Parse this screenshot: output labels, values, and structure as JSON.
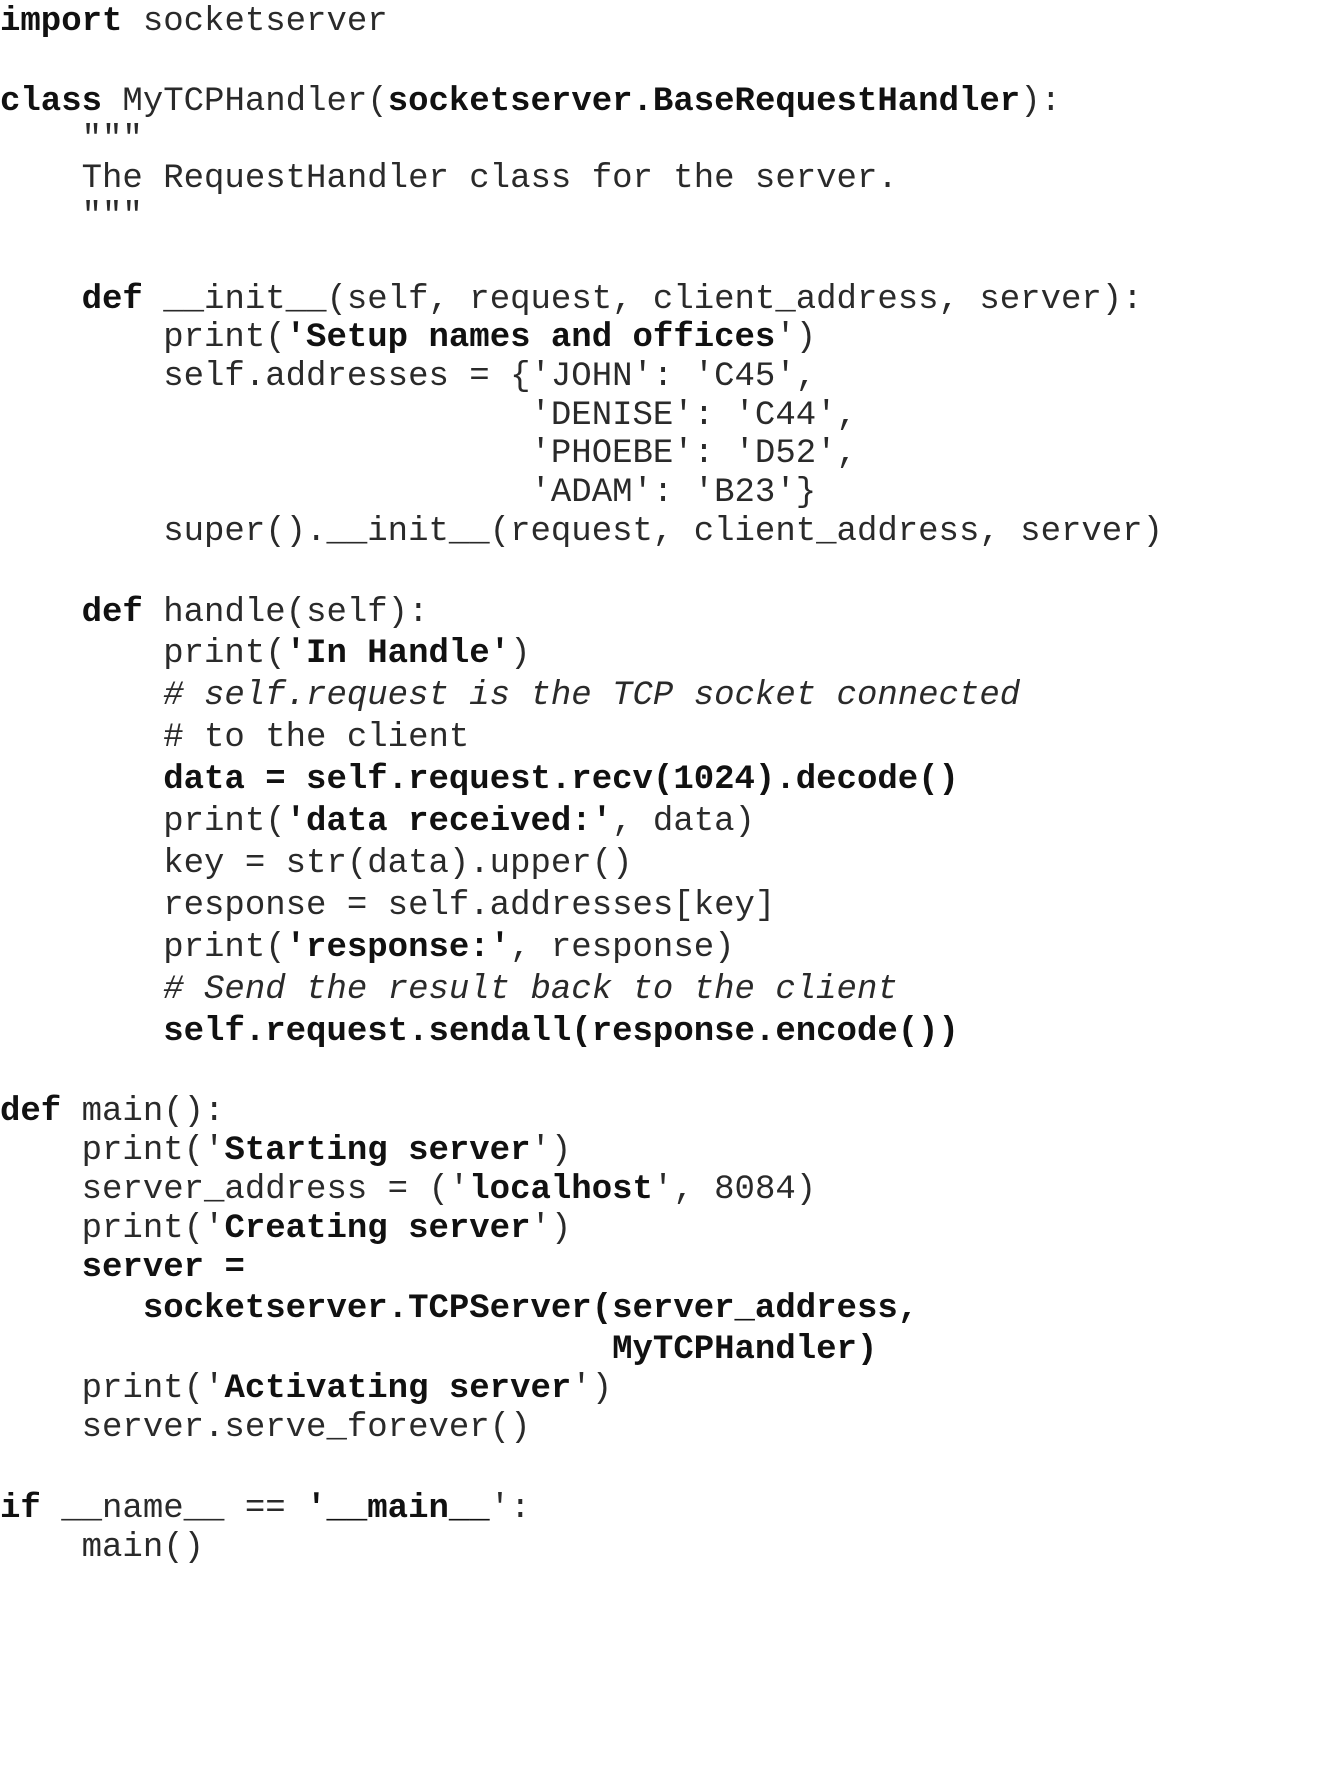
{
  "code": {
    "language_hint": "python",
    "lines": [
      [
        {
          "t": "import",
          "s": "b"
        },
        {
          "t": " socketserver",
          "s": "n"
        }
      ],
      [
        {
          "t": "class",
          "s": "b"
        },
        {
          "t": " MyTCPHandler(",
          "s": "n"
        },
        {
          "t": "socketserver.BaseRequestHandler",
          "s": "b"
        },
        {
          "t": "):",
          "s": "n"
        }
      ],
      [
        {
          "t": "    \"\"\"",
          "s": "n"
        }
      ],
      [
        {
          "t": "    The RequestHandler class for the server.",
          "s": "n"
        }
      ],
      [
        {
          "t": "    \"\"\"",
          "s": "n"
        }
      ],
      [
        {
          "t": "    ",
          "s": "n"
        },
        {
          "t": "def",
          "s": "b"
        },
        {
          "t": " __init__(self, request, client_address, server):",
          "s": "n"
        }
      ],
      [
        {
          "t": "        print(",
          "s": "n"
        },
        {
          "t": "'Setup names and offices",
          "s": "b"
        },
        {
          "t": "')",
          "s": "n"
        }
      ],
      [
        {
          "t": "        self.addresses = {'JOHN': 'C45',",
          "s": "n"
        }
      ],
      [
        {
          "t": "                          'DENISE': 'C44',",
          "s": "n"
        }
      ],
      [
        {
          "t": "                          'PHOEBE': 'D52',",
          "s": "n"
        }
      ],
      [
        {
          "t": "                          'ADAM': 'B23'}",
          "s": "n"
        }
      ],
      [
        {
          "t": "        super().__init__(request, client_address, server)",
          "s": "n"
        }
      ],
      [
        {
          "t": "    ",
          "s": "n"
        },
        {
          "t": "def",
          "s": "b"
        },
        {
          "t": " handle(self):",
          "s": "n"
        }
      ],
      [
        {
          "t": "        print(",
          "s": "n"
        },
        {
          "t": "'In Handle'",
          "s": "b"
        },
        {
          "t": ")",
          "s": "n"
        }
      ],
      [
        {
          "t": "        # self.request is the TCP socket connected",
          "s": "i"
        }
      ],
      [
        {
          "t": "        # to the client",
          "s": "n"
        }
      ],
      [
        {
          "t": "        ",
          "s": "n"
        },
        {
          "t": "data = self.request.recv(1024).decode()",
          "s": "b"
        }
      ],
      [
        {
          "t": "        print(",
          "s": "n"
        },
        {
          "t": "'data received:'",
          "s": "b"
        },
        {
          "t": ", data)",
          "s": "n"
        }
      ],
      [
        {
          "t": "        key = str(data).upper()",
          "s": "n"
        }
      ],
      [
        {
          "t": "        response = self.addresses[key]",
          "s": "n"
        }
      ],
      [
        {
          "t": "        print(",
          "s": "n"
        },
        {
          "t": "'response:'",
          "s": "b"
        },
        {
          "t": ", response)",
          "s": "n"
        }
      ],
      [
        {
          "t": "        # Send the result back to the client",
          "s": "i"
        }
      ],
      [
        {
          "t": "        ",
          "s": "n"
        },
        {
          "t": "self.request.sendall(response.encode())",
          "s": "b"
        }
      ],
      [
        {
          "t": "def",
          "s": "b"
        },
        {
          "t": " main():",
          "s": "n"
        }
      ],
      [
        {
          "t": "    print('",
          "s": "n"
        },
        {
          "t": "Starting server",
          "s": "b"
        },
        {
          "t": "')",
          "s": "n"
        }
      ],
      [
        {
          "t": "    server_address = ('",
          "s": "n"
        },
        {
          "t": "localhost",
          "s": "b"
        },
        {
          "t": "', 8084)",
          "s": "n"
        }
      ],
      [
        {
          "t": "    print('",
          "s": "n"
        },
        {
          "t": "Creating server",
          "s": "b"
        },
        {
          "t": "')",
          "s": "n"
        }
      ],
      [
        {
          "t": "    ",
          "s": "n"
        },
        {
          "t": "server =",
          "s": "b"
        }
      ],
      [
        {
          "t": "       ",
          "s": "n"
        },
        {
          "t": "socketserver.TCPServer(server_address,",
          "s": "b"
        }
      ],
      [
        {
          "t": "                              ",
          "s": "n"
        },
        {
          "t": "MyTCPHandler)",
          "s": "b"
        }
      ],
      [
        {
          "t": "    print('",
          "s": "n"
        },
        {
          "t": "Activating server",
          "s": "b"
        },
        {
          "t": "')",
          "s": "n"
        }
      ],
      [
        {
          "t": "    server.serve_forever()",
          "s": "n"
        }
      ],
      [
        {
          "t": "if",
          "s": "b"
        },
        {
          "t": " __name__ == ",
          "s": "n"
        },
        {
          "t": "'",
          "s": "b"
        },
        {
          "t": "__main__",
          "s": "b"
        },
        {
          "t": "':",
          "s": "n"
        }
      ],
      [
        {
          "t": "    main()",
          "s": "n"
        }
      ]
    ]
  }
}
